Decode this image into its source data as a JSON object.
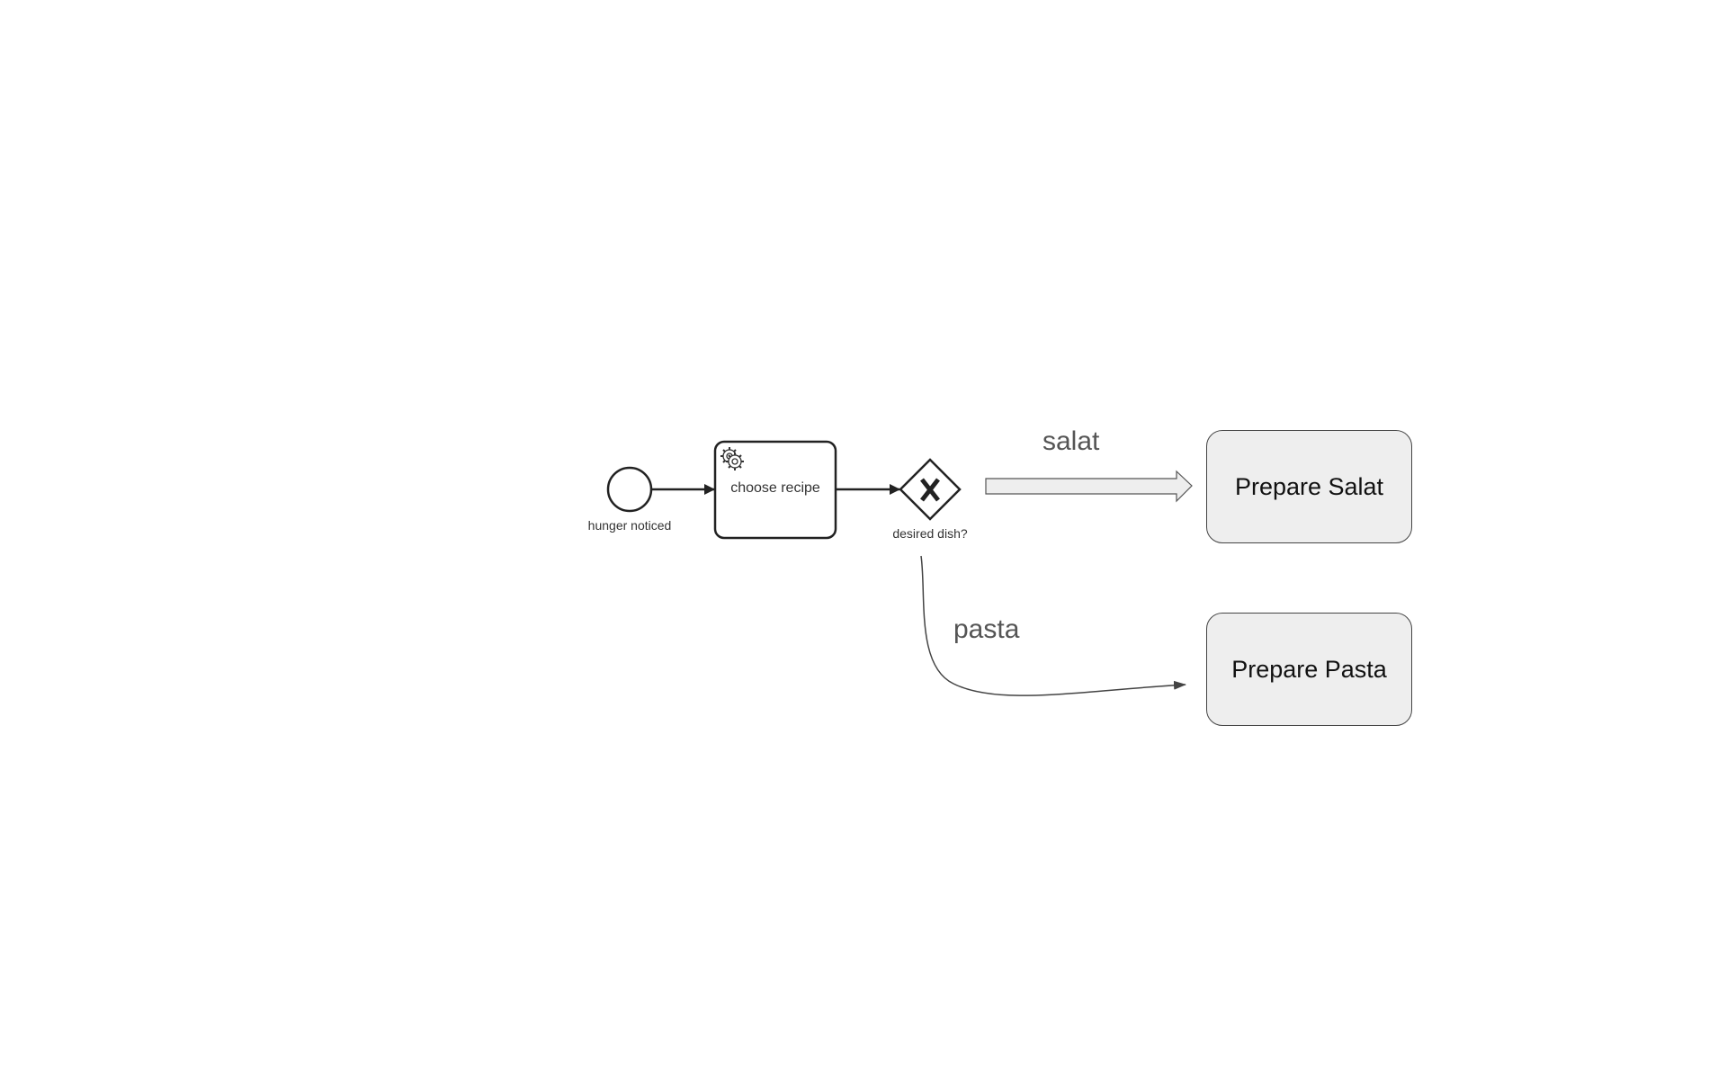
{
  "diagram": {
    "start_event": {
      "label": "hunger noticed"
    },
    "service_task": {
      "label": "choose recipe",
      "icon": "gear-icon"
    },
    "gateway": {
      "label": "desired dish?",
      "type": "exclusive",
      "icon": "x-icon"
    },
    "flows": {
      "salat": {
        "label": "salat"
      },
      "pasta": {
        "label": "pasta"
      }
    },
    "tasks": {
      "prepare_salat": {
        "label": "Prepare Salat"
      },
      "prepare_pasta": {
        "label": "Prepare Pasta"
      }
    },
    "colors": {
      "stroke": "#222222",
      "box_fill": "#eeeeee",
      "flow_label": "#555555",
      "block_arrow_fill": "#eeeeee"
    }
  }
}
